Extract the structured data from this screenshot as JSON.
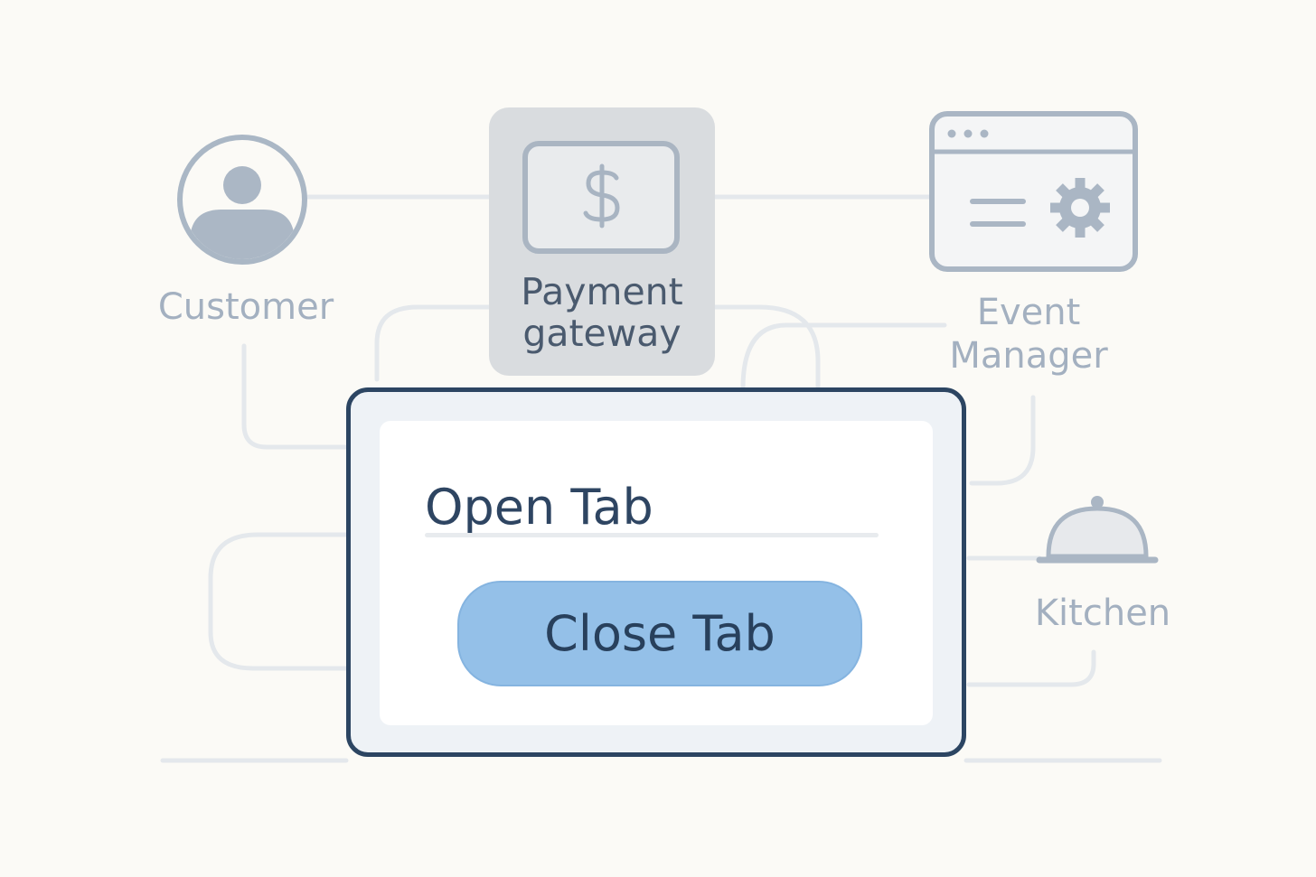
{
  "nodes": {
    "customer": {
      "label": "Customer"
    },
    "payment_gateway": {
      "label_line1": "Payment",
      "label_line2": "gateway"
    },
    "event_manager": {
      "label_line1": "Event",
      "label_line2": "Manager"
    },
    "kitchen": {
      "label": "Kitchen"
    }
  },
  "modal": {
    "title": "Open Tab",
    "button_label": "Close Tab"
  },
  "icons": {
    "customer": "user-avatar-icon",
    "payment_gateway": "dollar-icon",
    "event_manager": "browser-settings-icon",
    "kitchen": "food-cloche-icon"
  },
  "colors": {
    "background": "#fbfaf6",
    "connector": "#e4e8ec",
    "node_icon": "#a9b5c3",
    "highlight_node_fill": "#d9dcdf",
    "modal_border": "#2c4562",
    "button_fill": "#94c0e8",
    "title_text": "#2e4562"
  }
}
